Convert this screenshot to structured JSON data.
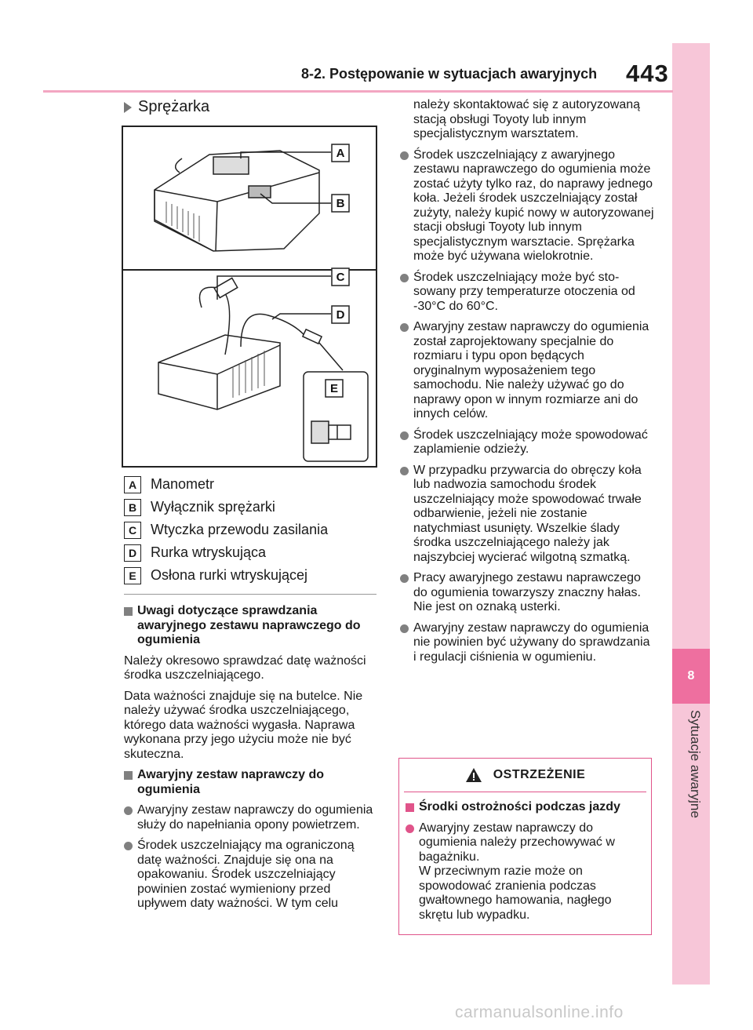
{
  "header": {
    "section": "8-2. Postępowanie w sytuacjach awaryjnych",
    "page_number": "443"
  },
  "side_tab": {
    "chapter_number": "8",
    "chapter_title": "Sytuacje awaryjne"
  },
  "section_title": "Sprężarka",
  "figure": {
    "callouts": [
      "A",
      "B",
      "C",
      "D",
      "E"
    ]
  },
  "legend": [
    {
      "key": "A",
      "label": "Manometr"
    },
    {
      "key": "B",
      "label": "Wyłącznik sprężarki"
    },
    {
      "key": "C",
      "label": "Wtyczka przewodu zasilania"
    },
    {
      "key": "D",
      "label": "Rurka wtryskująca"
    },
    {
      "key": "E",
      "label": "Osłona rurki wtryskującej"
    }
  ],
  "left_column": {
    "heading1": "Uwagi dotyczące sprawdzania awaryjnego zestawu naprawczego do ogumienia",
    "para1": "Należy okresowo sprawdzać datę ważności środka uszczelniającego.",
    "para2": "Data ważności znajduje się na butelce. Nie należy używać środka uszczelniającego, którego data ważności wygasła. Naprawa wykonana przy jego użyciu może nie być skuteczna.",
    "heading2": "Awaryjny zestaw naprawczy do ogumienia",
    "bullet1": "Awaryjny zestaw naprawczy do ogumienia służy do napełniania opony powietrzem.",
    "bullet2": "Środek uszczelniający ma ograniczoną datę ważności. Znajduje się ona na opakowaniu. Środek uszczelniający powinien zostać wymieniony przed upływem daty ważności. W tym celu"
  },
  "right_column": {
    "continuation": "należy skontaktować się z autoryzowaną stacją obsługi Toyoty lub innym specjalistycznym warsztatem.",
    "bullets": [
      "Środek uszczelniający z awaryjnego zestawu naprawczego do ogumienia może zostać użyty tylko raz, do naprawy jednego koła. Jeżeli środek uszczelniający został zużyty, należy kupić nowy w autoryzowanej stacji obsługi Toyoty lub innym specjalistycznym warsztacie. Sprężarka może być używana wielokrotnie.",
      "Środek uszczelniający może być sto­sowany przy temperaturze otoczenia od -30°C do 60°C.",
      "Awaryjny zestaw naprawczy do ogumienia został zaprojektowany specjalnie do rozmiaru i typu opon będących oryginalnym wyposażeniem tego samochodu. Nie należy używać go do naprawy opon w innym rozmiarze ani do innych celów.",
      "Środek uszczelniający może spowodować zaplamienie odzieży.",
      "W przypadku przywarcia do obręczy koła lub nadwozia samochodu środek uszczelniający może spowodować trwałe odbarwienie, jeżeli nie zostanie natychmiast usunięty. Wszelkie ślady środka uszczelniającego należy jak najszybciej wycierać wilgotną szmatką.",
      "Pracy awaryjnego zestawu naprawczego do ogumienia towarzyszy znaczny hałas. Nie jest on oznaką usterki.",
      "Awaryjny zestaw naprawczy do ogumienia nie powinien być używany do sprawdzania i regulacji ciśnienia w ogumieniu."
    ]
  },
  "warning": {
    "title": "OSTRZEŻENIE",
    "heading": "Środki ostrożności podczas jazdy",
    "bullet": "Awaryjny zestaw naprawczy do ogumienia należy przechowywać w bagażniku.",
    "text": "W przeciwnym razie może on spowodować zranienia podczas gwałtownego hamowania, nagłego skrętu lub wypadku."
  },
  "footer": "carmanualsonline.info",
  "colors": {
    "accent_pink": "#ee6f9f",
    "tab_pink": "#f7c6d8",
    "warning_border": "#e0548a",
    "bullet_gray": "#808080"
  }
}
